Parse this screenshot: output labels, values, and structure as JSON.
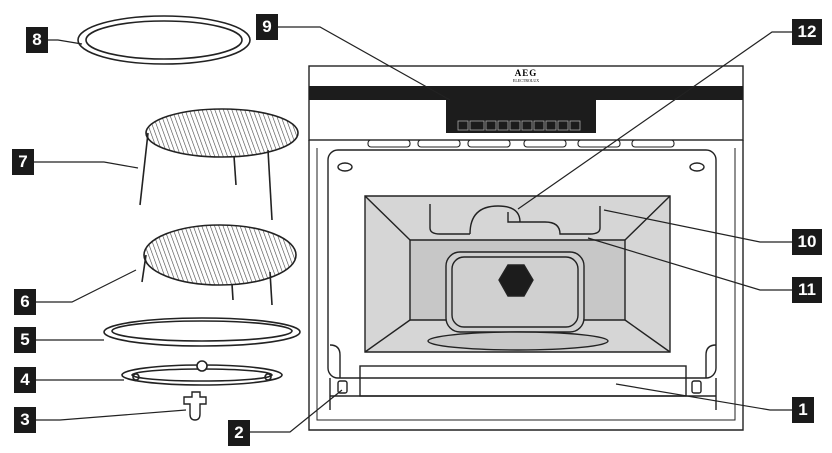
{
  "brand": {
    "logo_text": "AEG",
    "logo_subtext": "ELECTROLUX"
  },
  "callouts": [
    {
      "id": "1",
      "label": "1",
      "part": "oven-door"
    },
    {
      "id": "2",
      "label": "2",
      "part": "door-catch"
    },
    {
      "id": "3",
      "label": "3",
      "part": "turntable-coupler"
    },
    {
      "id": "4",
      "label": "4",
      "part": "roller-ring"
    },
    {
      "id": "5",
      "label": "5",
      "part": "glass-turntable"
    },
    {
      "id": "6",
      "label": "6",
      "part": "low-rack"
    },
    {
      "id": "7",
      "label": "7",
      "part": "high-rack"
    },
    {
      "id": "8",
      "label": "8",
      "part": "crisp-plate"
    },
    {
      "id": "9",
      "label": "9",
      "part": "control-panel"
    },
    {
      "id": "10",
      "label": "10",
      "part": "grill-heater"
    },
    {
      "id": "11",
      "label": "11",
      "part": "lamp"
    },
    {
      "id": "12",
      "label": "12",
      "part": "waveguide-cover"
    }
  ],
  "colors": {
    "callout_bg": "#1a1a1a",
    "callout_fg": "#ffffff",
    "line": "#222222",
    "cavity": "#d9d9d9",
    "cavity_dark": "#c4c4c4",
    "panel": "#1c1c1c"
  }
}
